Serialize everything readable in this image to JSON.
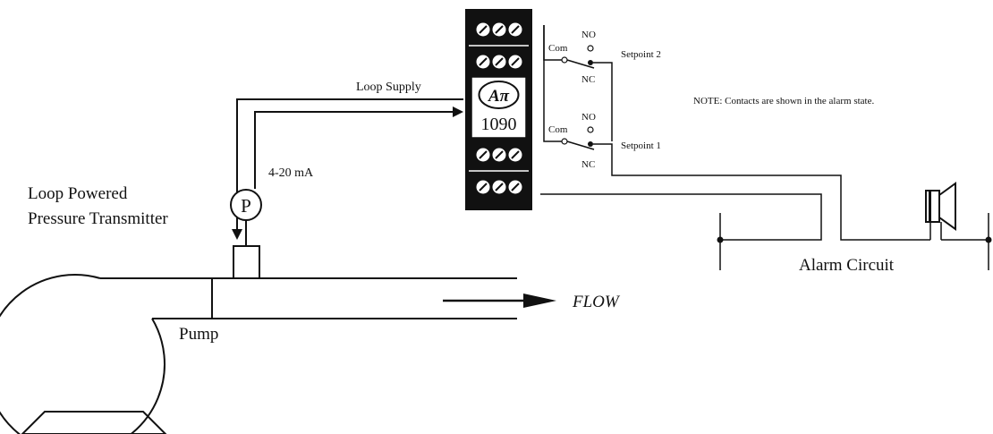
{
  "labels": {
    "loop_supply": "Loop Supply",
    "current": "4-20 mA",
    "transmitter_line1": "Loop Powered",
    "transmitter_line2": "Pressure Transmitter",
    "transmitter_symbol": "P",
    "pump": "Pump",
    "flow": "FLOW",
    "alarm_circuit": "Alarm Circuit",
    "note": "NOTE: Contacts are shown in the alarm state.",
    "setpoint2": "Setpoint 2",
    "setpoint1": "Setpoint 1",
    "com_top": "Com",
    "no_top": "NO",
    "nc_top": "NC",
    "com_bottom": "Com",
    "no_bottom": "NO",
    "nc_bottom": "NC",
    "device_model": "1090"
  },
  "logo": {
    "text": "Aπ"
  }
}
